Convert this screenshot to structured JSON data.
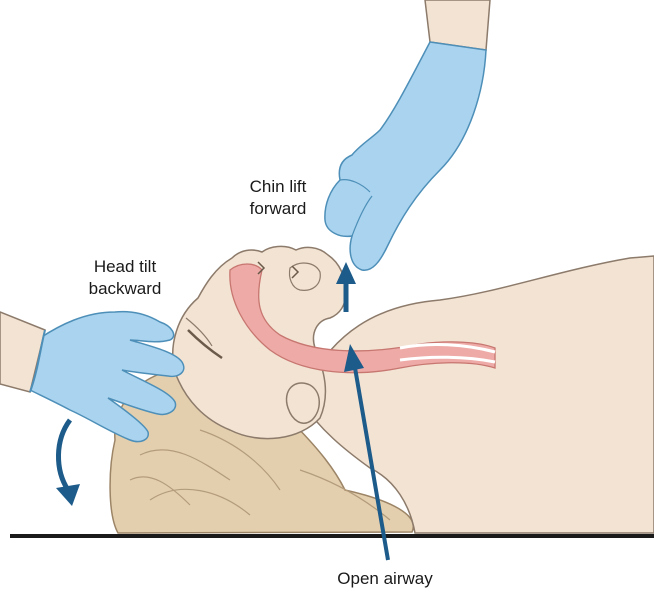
{
  "labels": {
    "chin_lift": [
      "Chin lift",
      "forward"
    ],
    "head_tilt": [
      "Head tilt",
      "backward"
    ],
    "open_airway": "Open airway"
  },
  "colors": {
    "skin": "#f3e3d3",
    "skin_outline": "#8c7a6a",
    "glove": "#a9d3ee",
    "glove_outline": "#4d8fb8",
    "hair": "#e3cfae",
    "airway": "#eeaaa6",
    "arrow": "#1d5b8a",
    "ground": "#1a1a1a"
  },
  "icons": [
    "gloved-hand-icon",
    "arrow-icon"
  ]
}
